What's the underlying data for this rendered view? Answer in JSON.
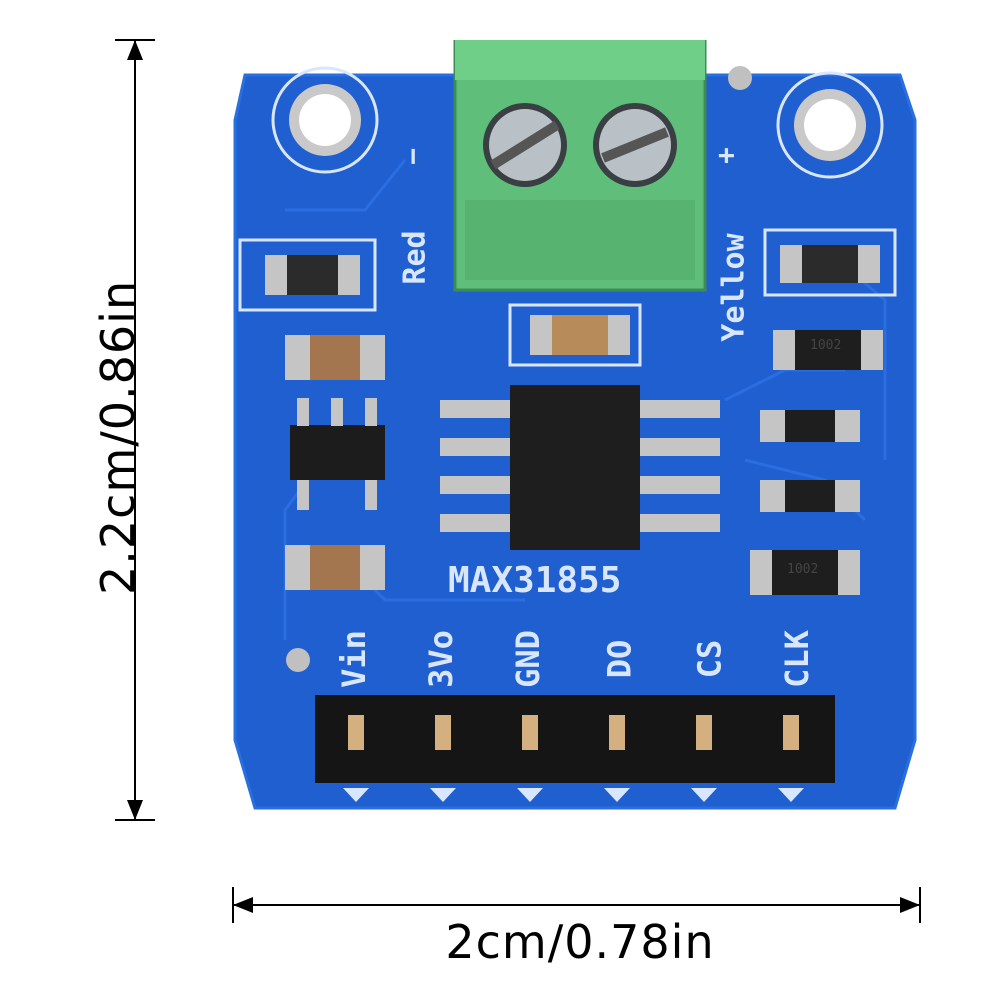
{
  "dimensions": {
    "height_label": "2.2cm/0.86in",
    "width_label": "2cm/0.78in"
  },
  "board": {
    "color": "#1f5fcf",
    "chip_label": "MAX31855",
    "polarity_minus": "−",
    "polarity_plus": "+",
    "wire_red": "Red",
    "wire_yellow": "Yellow",
    "resistor_label_1": "1002",
    "resistor_label_2": "1002",
    "pins": [
      "Vin",
      "3Vo",
      "GND",
      "DO",
      "CS",
      "CLK"
    ]
  },
  "colors": {
    "terminal_block": "#5fbf7a",
    "silkscreen": "#d8e6ff"
  }
}
